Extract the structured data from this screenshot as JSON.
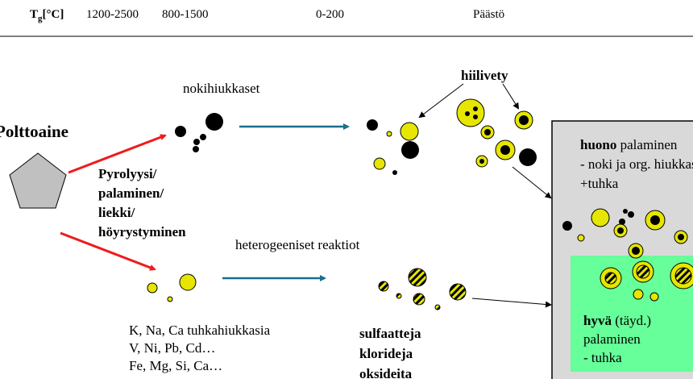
{
  "header": {
    "tg_label": "T",
    "tg_sub": "g",
    "tg_unit": "[°C]",
    "temps": [
      "1200-2500",
      "800-1500",
      "0-200"
    ],
    "emission": "Päästö"
  },
  "labels": {
    "fuel": "Polttoaine",
    "soot": "nokihiukkaset",
    "hydrocarbon": "hiilivety",
    "process": [
      "Pyrolyysi/",
      "palaminen/",
      "liekki/",
      "höyrystyminen"
    ],
    "hetero": "heterogeeniset reaktiot",
    "ash_list": [
      "K, Na, Ca tuhkahiukkasia",
      "V, Ni, Pb, Cd…",
      "Fe, Mg, Si, Ca…"
    ],
    "compounds": [
      "sulfaatteja",
      "klorideja",
      "oksideita"
    ]
  },
  "poor_box": {
    "bold": "huono",
    "rest": " palaminen",
    "line2": "- noki ja org. hiukkaset",
    "line3": "+tuhka"
  },
  "good_box": {
    "bold": "hyvä",
    "rest": " (täyd.)",
    "line2": "palaminen",
    "line3": "- tuhka"
  },
  "colors": {
    "yellow": "#e6e600",
    "red_arrow": "#ee1c1c",
    "teal_arrow": "#1a6f8a",
    "poor_box_bg": "#d9d9d9",
    "good_box_bg": "#66ff99"
  }
}
